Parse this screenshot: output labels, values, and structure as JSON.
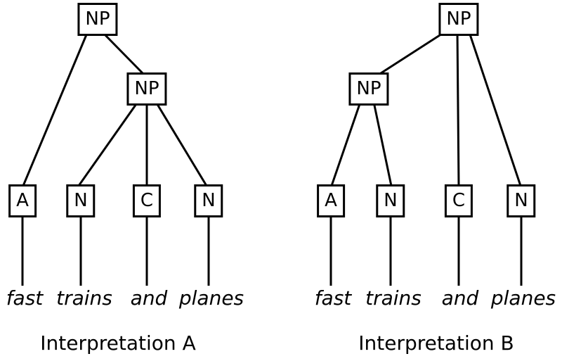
{
  "diagram": {
    "kind": "syntax-parse-trees",
    "sentence": "fast trains and planes",
    "colors": {
      "background": "#ffffff",
      "line": "#000000",
      "text": "#000000"
    }
  },
  "trees": [
    {
      "caption": "Interpretation A",
      "nodes": [
        {
          "id": "np-root",
          "label": "NP"
        },
        {
          "id": "np-child",
          "label": "NP"
        },
        {
          "id": "pos-a",
          "label": "A"
        },
        {
          "id": "pos-n1",
          "label": "N"
        },
        {
          "id": "pos-c",
          "label": "C"
        },
        {
          "id": "pos-n2",
          "label": "N"
        }
      ],
      "edges": [
        [
          "np-root",
          "pos-a"
        ],
        [
          "np-root",
          "np-child"
        ],
        [
          "np-child",
          "pos-n1"
        ],
        [
          "np-child",
          "pos-c"
        ],
        [
          "np-child",
          "pos-n2"
        ],
        [
          "pos-a",
          "fast"
        ],
        [
          "pos-n1",
          "trains"
        ],
        [
          "pos-c",
          "and"
        ],
        [
          "pos-n2",
          "planes"
        ]
      ],
      "words": [
        "fast",
        "trains",
        "and",
        "planes"
      ]
    },
    {
      "caption": "Interpretation B",
      "nodes": [
        {
          "id": "np-root",
          "label": "NP"
        },
        {
          "id": "np-child",
          "label": "NP"
        },
        {
          "id": "pos-a",
          "label": "A"
        },
        {
          "id": "pos-n1",
          "label": "N"
        },
        {
          "id": "pos-c",
          "label": "C"
        },
        {
          "id": "pos-n2",
          "label": "N"
        }
      ],
      "edges": [
        [
          "np-root",
          "np-child"
        ],
        [
          "np-root",
          "pos-c"
        ],
        [
          "np-root",
          "pos-n2"
        ],
        [
          "np-child",
          "pos-a"
        ],
        [
          "np-child",
          "pos-n1"
        ],
        [
          "pos-a",
          "fast"
        ],
        [
          "pos-n1",
          "trains"
        ],
        [
          "pos-c",
          "and"
        ],
        [
          "pos-n2",
          "planes"
        ]
      ],
      "words": [
        "fast",
        "trains",
        "and",
        "planes"
      ]
    }
  ]
}
